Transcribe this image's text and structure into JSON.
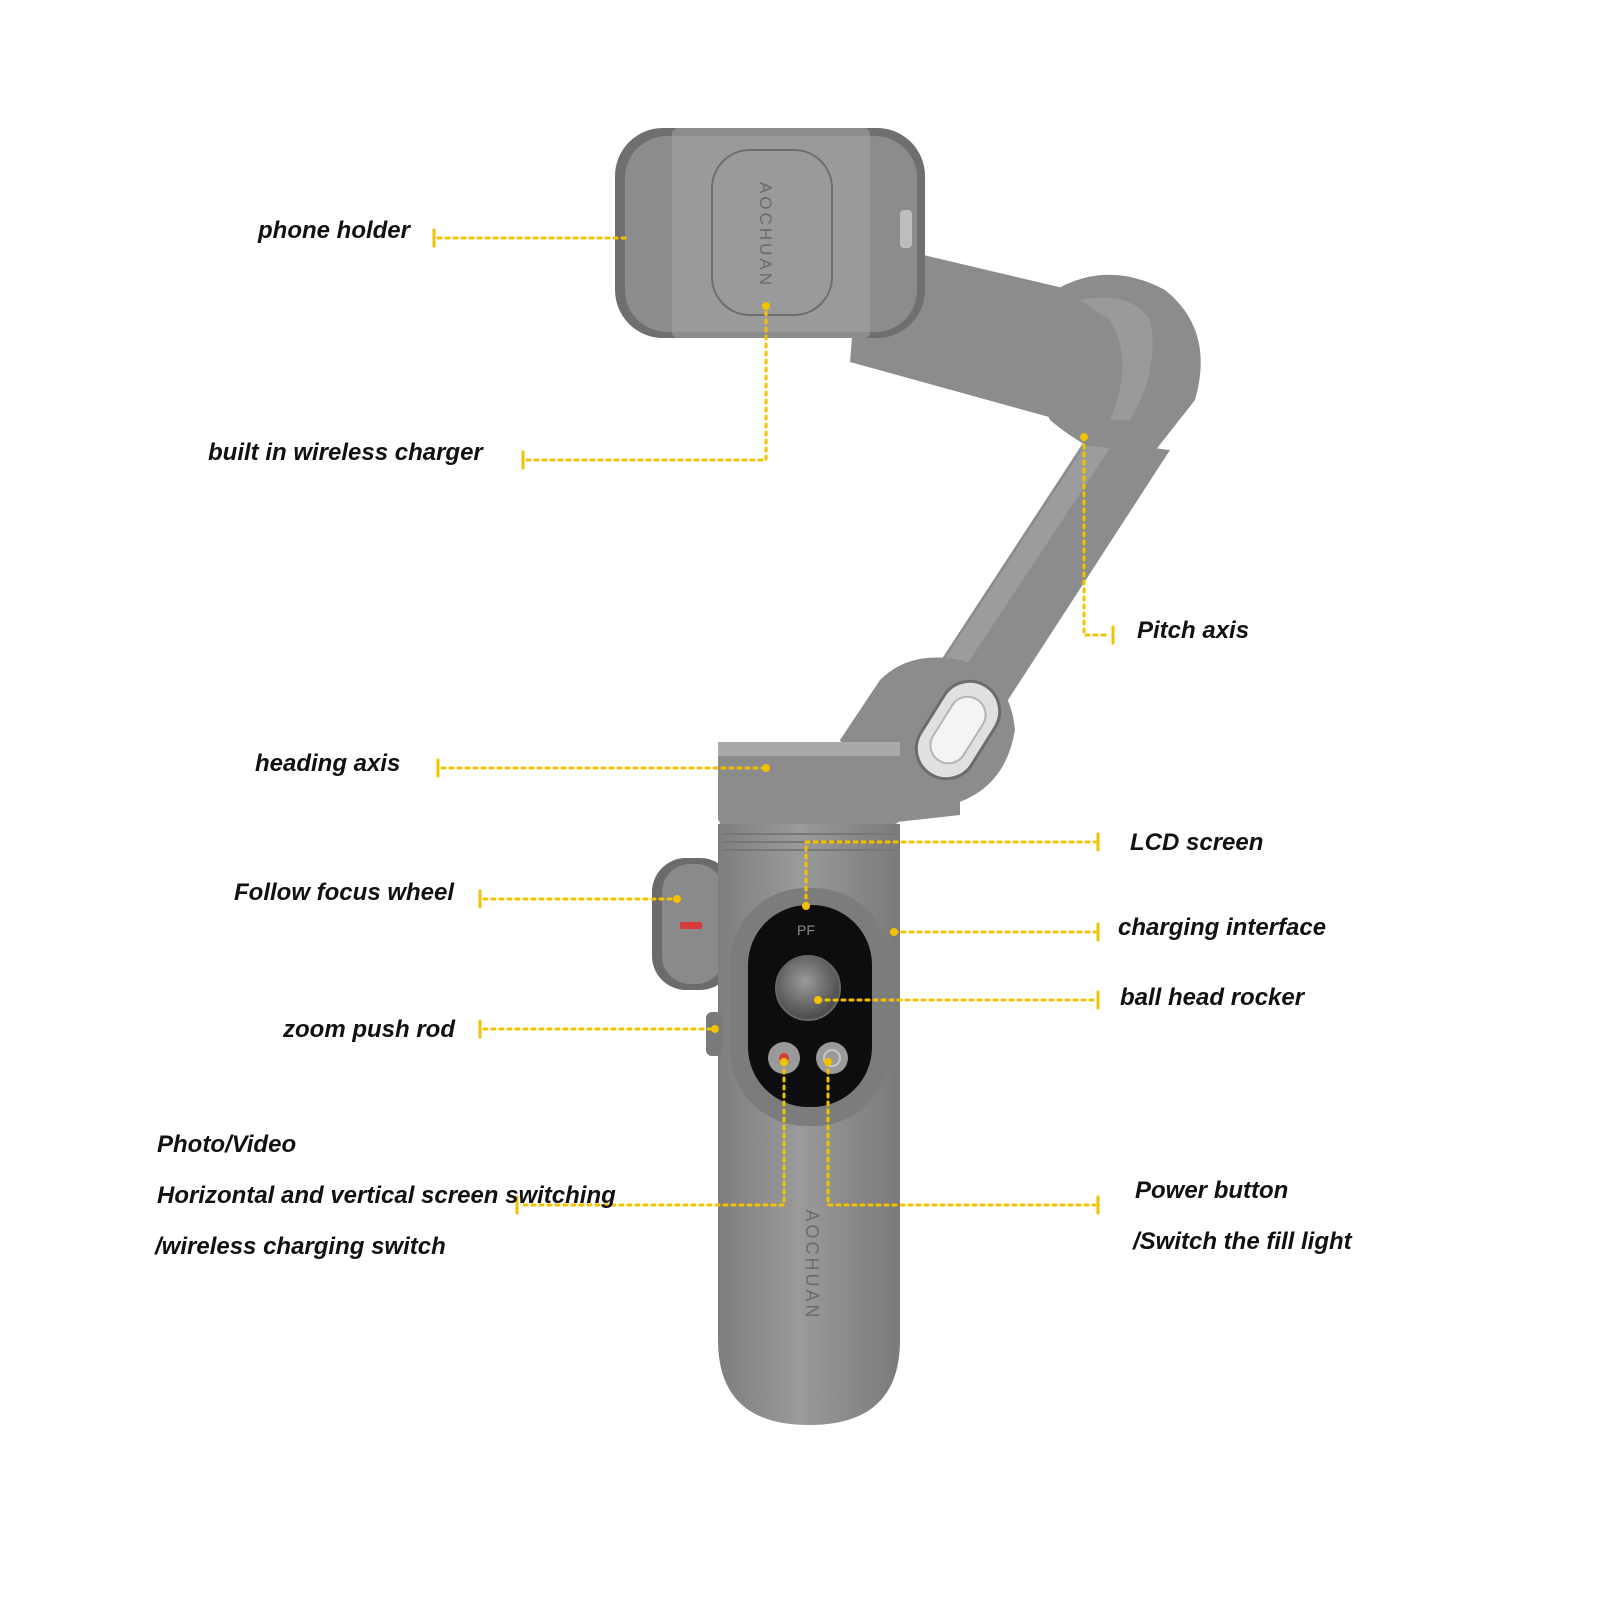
{
  "colors": {
    "leader": "#f2c200",
    "body": "#8c8c8c",
    "body_dark": "#6f6f6f",
    "body_light": "#a6a6a6",
    "panel": "#0d0d0d",
    "accent_red": "#d93a3a",
    "label_text": "#111111"
  },
  "device": {
    "brand_mark": "AOCHUAN",
    "panel_mark": "PF"
  },
  "labels": {
    "phone_holder": "phone holder",
    "wireless_charger": "built in wireless charger",
    "pitch_axis": "Pitch axis",
    "heading_axis": "heading axis",
    "lcd_screen": "LCD screen",
    "follow_focus_wheel": "Follow focus wheel",
    "charging_interface": "charging interface",
    "ball_head_rocker": "ball head rocker",
    "zoom_push_rod": "zoom push rod",
    "photo_video": "Photo/Video",
    "screen_switching": "Horizontal and vertical screen switching",
    "wireless_charging_switch": "/wireless charging switch",
    "power_button": "Power button",
    "fill_light_switch": "/Switch the fill light"
  }
}
